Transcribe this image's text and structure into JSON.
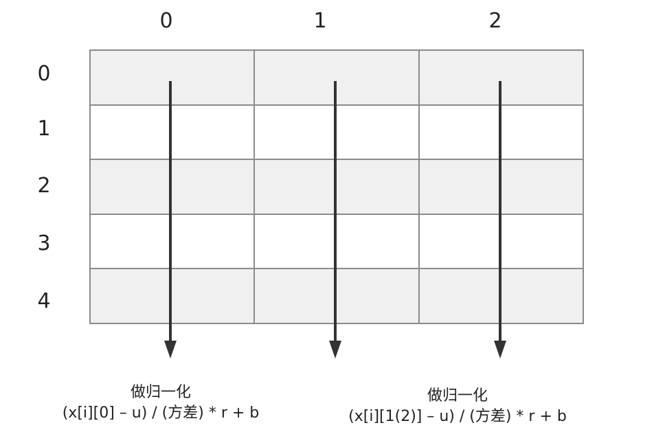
{
  "columns": [
    "0",
    "1",
    "2"
  ],
  "rows": [
    "0",
    "1",
    "2",
    "3",
    "4"
  ],
  "colors": {
    "shaded_row": "#f0f0f0",
    "plain_row": "#ffffff",
    "grid_line": "#8a8a8a",
    "arrow": "#333333"
  },
  "captions": [
    {
      "title": "做归一化",
      "formula": "(x[i][0] – u) / (方差) * r + b"
    },
    {
      "title": "做归一化",
      "formula": "(x[i][1(2)] – u) / (方差) * r + b"
    }
  ]
}
